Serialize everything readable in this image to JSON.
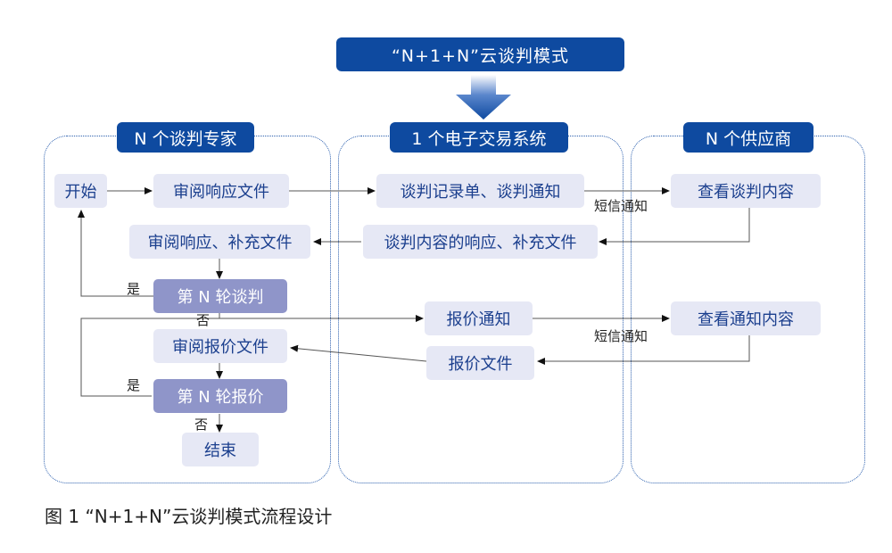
{
  "title": "“N+1+N”云谈判模式",
  "panels": {
    "experts": "N 个谈判专家",
    "system": "1 个电子交易系统",
    "suppliers": "N 个供应商"
  },
  "nodes": {
    "start": "开始",
    "review_response": "审阅响应文件",
    "review_response_supplement": "审阅响应、补充文件",
    "round_negotiation": "第 N 轮谈判",
    "review_quote": "审阅报价文件",
    "round_quote": "第 N 轮报价",
    "end": "结束",
    "record_notice": "谈判记录单、谈判通知",
    "response_supplement": "谈判内容的响应、补充文件",
    "quote_notice": "报价通知",
    "quote_file": "报价文件",
    "view_content": "查看谈判内容",
    "view_notice": "查看通知内容"
  },
  "labels": {
    "sms1": "短信通知",
    "sms2": "短信通知",
    "yes1": "是",
    "no1": "否",
    "yes2": "是",
    "no2": "否"
  },
  "caption": "图 1  “N+1+N”云谈判模式流程设计",
  "colors": {
    "primary": "#0e4aa0",
    "node": "#e6e8f5",
    "decision": "#8f95c9"
  }
}
